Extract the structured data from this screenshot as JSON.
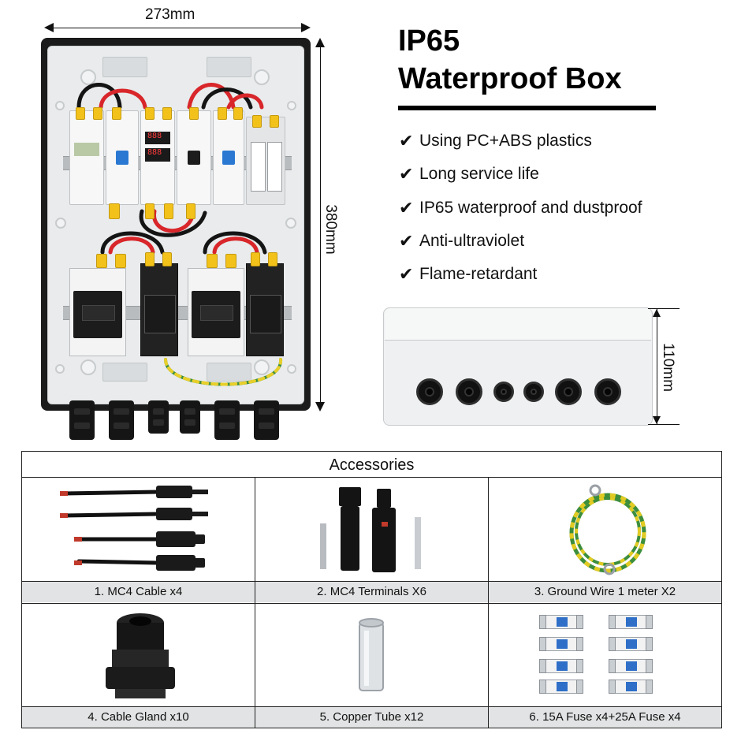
{
  "dimensions": {
    "width_label": "273mm",
    "height_label": "380mm",
    "depth_label": "110mm"
  },
  "heading": {
    "line1": "IP65",
    "line2": "Waterproof Box"
  },
  "features": [
    {
      "icon": "check-icon",
      "text": "Using PC+ABS plastics"
    },
    {
      "icon": "check-icon",
      "text": "Long service life"
    },
    {
      "icon": "check-icon",
      "text": "IP65 waterproof and dustproof"
    },
    {
      "icon": "check-icon",
      "text": "Anti-ultraviolet"
    },
    {
      "icon": "check-icon",
      "text": "Flame-retardant"
    }
  ],
  "accessories": {
    "title": "Accessories",
    "items": [
      {
        "caption": "1. MC4 Cable x4",
        "icon": "mc4-cable-icon"
      },
      {
        "caption": "2.  MC4 Terminals X6",
        "icon": "mc4-terminal-icon"
      },
      {
        "caption": "3. Ground Wire 1 meter X2",
        "icon": "ground-wire-icon"
      },
      {
        "caption": "4. Cable Gland x10",
        "icon": "cable-gland-icon"
      },
      {
        "caption": "5. Copper Tube x12",
        "icon": "copper-tube-icon"
      },
      {
        "caption": "6. 15A Fuse x4+25A Fuse x4",
        "icon": "fuse-icon"
      }
    ]
  },
  "colors": {
    "enclosure_frame": "#1b1b1b",
    "enclosure_body": "#e9ebec",
    "terminal_yellow": "#f2c21b",
    "wire_red": "#d8262a",
    "caption_bg": "#e2e3e4"
  }
}
